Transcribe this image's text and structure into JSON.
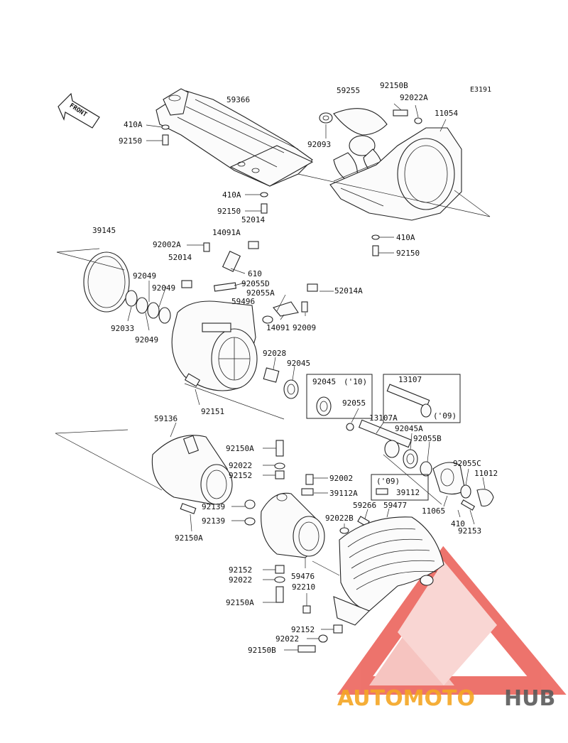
{
  "diagram_code": "E3191",
  "front_label": "FRONT",
  "watermark": {
    "text_orange": "AUTOMOTO",
    "text_gray": "HUB",
    "color_red": "#e8453c",
    "color_orange": "#f5a623",
    "color_gray": "#5a5a5a"
  },
  "labels": {
    "p59366": "59366",
    "p410A_1": "410A",
    "p92150_1": "92150",
    "p59255": "59255",
    "p92150B_1": "92150B",
    "p92022A": "92022A",
    "p11054": "11054",
    "p92093": "92093",
    "p410A_2": "410A",
    "p92150_2": "92150",
    "p52014_1": "52014",
    "p410A_3": "410A",
    "p92150_3": "92150",
    "p39145": "39145",
    "p92002A": "92002A",
    "p14091A": "14091A",
    "p52014_2": "52014",
    "p610": "610",
    "p92049_1": "92049",
    "p92049_2": "92049",
    "p92055D": "92055D",
    "p92055A": "92055A",
    "p52014A": "52014A",
    "p59496": "59496",
    "p92033": "92033",
    "p92049_3": "92049",
    "p14091": "14091",
    "p92009": "92009",
    "p92028": "92028",
    "p92045_1": "92045",
    "p13107_1": "13107",
    "p92045_2": "92045",
    "p10": "('10)",
    "p09_1": "('09)",
    "p92151": "92151",
    "p92055": "92055",
    "p13107A": "13107A",
    "p59136": "59136",
    "p92045A": "92045A",
    "p92150A_1": "92150A",
    "p92055B": "92055B",
    "p92022_1": "92022",
    "p92152_1": "92152",
    "p92002": "92002",
    "p09_2": "('09)",
    "p92055C": "92055C",
    "p11012": "11012",
    "p39112A": "39112A",
    "p39112": "39112",
    "p92139_1": "92139",
    "p92150A_2": "92150A",
    "p92139_2": "92139",
    "p92022B": "92022B",
    "p59266": "59266",
    "p59477": "59477",
    "p11065": "11065",
    "p410_4": "410",
    "p92153": "92153",
    "p92152_2": "92152",
    "p59476": "59476",
    "p92022_2": "92022",
    "p92210": "92210",
    "p92150A_3": "92150A",
    "p92152_3": "92152",
    "p92022_3": "92022",
    "p92150B_2": "92150B"
  }
}
